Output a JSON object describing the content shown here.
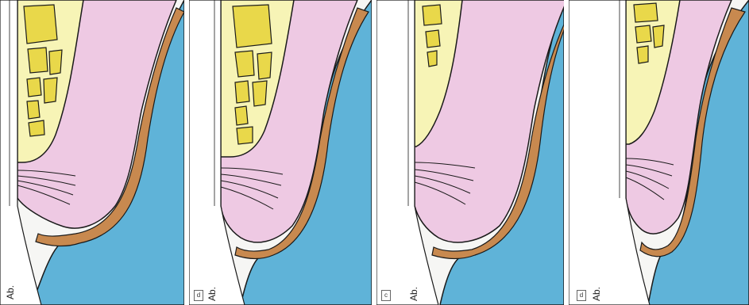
{
  "figure": {
    "panels": [
      {
        "id": "a",
        "letter": "",
        "label": "Ab."
      },
      {
        "id": "b",
        "letter": "d",
        "label": "Ab."
      },
      {
        "id": "c",
        "letter": "c",
        "label": "Ab."
      },
      {
        "id": "d",
        "letter": "d",
        "label": "Ab."
      }
    ],
    "colors": {
      "gingiva": "#eec9e3",
      "enamel_band": "#c8894f",
      "tooth": "#5fb3d8",
      "bone_cortex": "#f7f4b6",
      "bone_marrow": "#e9d84a",
      "root_surface": "#ffffff",
      "outline": "#1a1a1a"
    }
  }
}
